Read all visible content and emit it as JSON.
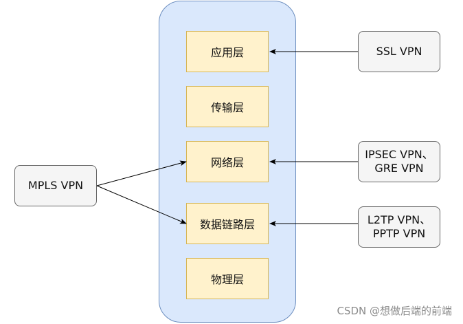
{
  "layers": {
    "application": "应用层",
    "transport": "传输层",
    "network": "网络层",
    "datalink": "数据链路层",
    "physical": "物理层"
  },
  "vpns": {
    "ssl": [
      "SSL VPN"
    ],
    "ipsec_gre": [
      "IPSEC VPN、",
      "GRE VPN"
    ],
    "l2tp_pptp": [
      "L2TP VPN、",
      "PPTP VPN"
    ],
    "mpls": [
      "MPLS VPN"
    ]
  },
  "watermark": "CSDN @想做后端的前端",
  "colors": {
    "panel_fill": "#dae8fc",
    "panel_stroke": "#6c8ebf",
    "layer_fill": "#fff2cc",
    "layer_stroke": "#d6b656",
    "vpn_fill": "#f5f5f5",
    "vpn_stroke": "#666666"
  }
}
